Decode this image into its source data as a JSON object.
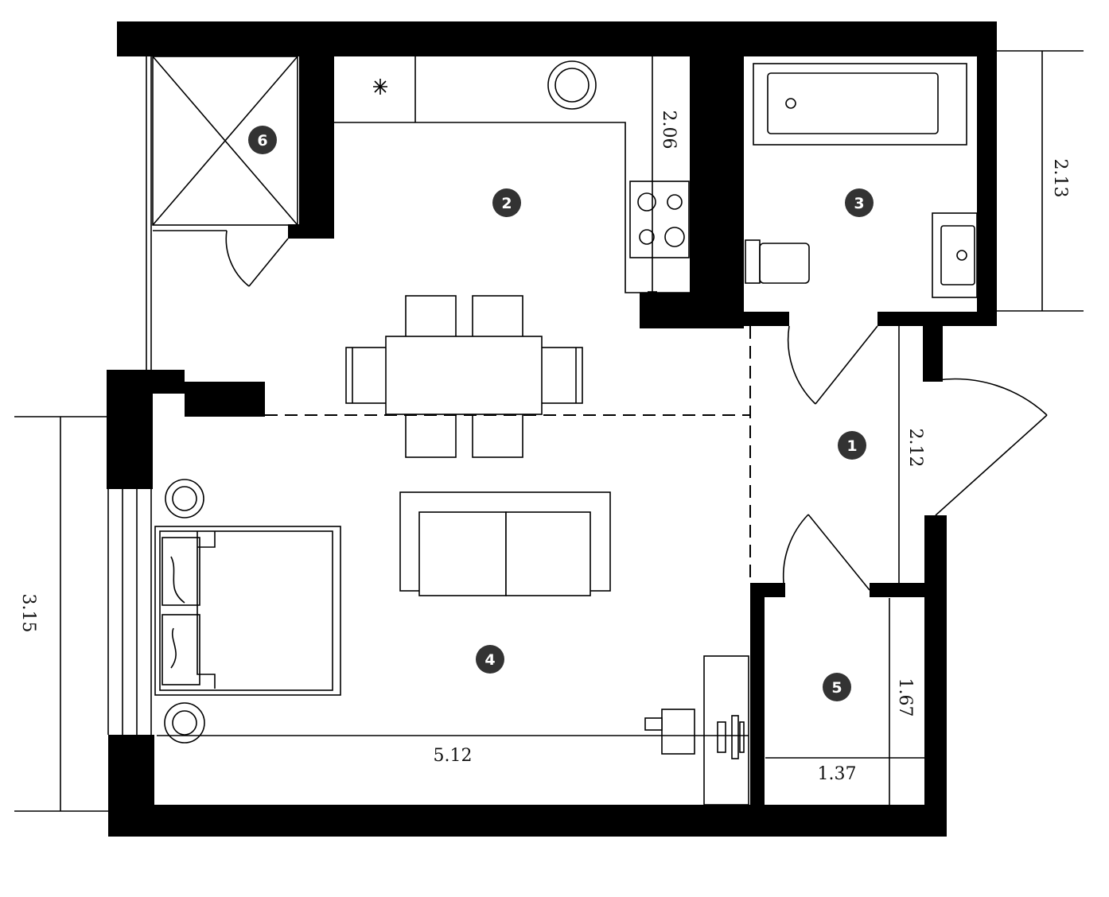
{
  "rooms": [
    {
      "number": "1"
    },
    {
      "number": "2"
    },
    {
      "number": "3"
    },
    {
      "number": "4"
    },
    {
      "number": "5"
    },
    {
      "number": "6"
    }
  ],
  "dimensions": {
    "kitchen_depth": "2.06",
    "bathroom_height": "2.13",
    "hall_length": "2.12",
    "living_height": "3.15",
    "living_width": "5.12",
    "storage_height": "1.67",
    "storage_width": "1.37"
  },
  "colors": {
    "wall": "#000000",
    "badge": "#333333",
    "line": "#000000"
  }
}
